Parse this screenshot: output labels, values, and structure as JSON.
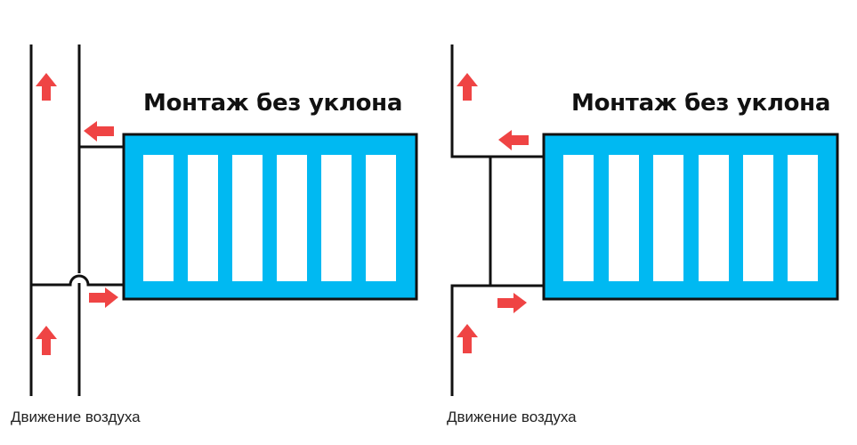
{
  "colors": {
    "radiator": "#00b9f2",
    "outline": "#111111",
    "arrow": "#ef4444",
    "background": "#ffffff"
  },
  "panels": [
    {
      "title": "Монтаж без уклона",
      "caption": "Движение воздуха",
      "radiator_sections": 6,
      "piping": "two-riser-with-bypass-hump"
    },
    {
      "title": "Монтаж без уклона",
      "caption": "Движение воздуха",
      "radiator_sections": 6,
      "piping": "single-riser-with-bypass"
    }
  ]
}
